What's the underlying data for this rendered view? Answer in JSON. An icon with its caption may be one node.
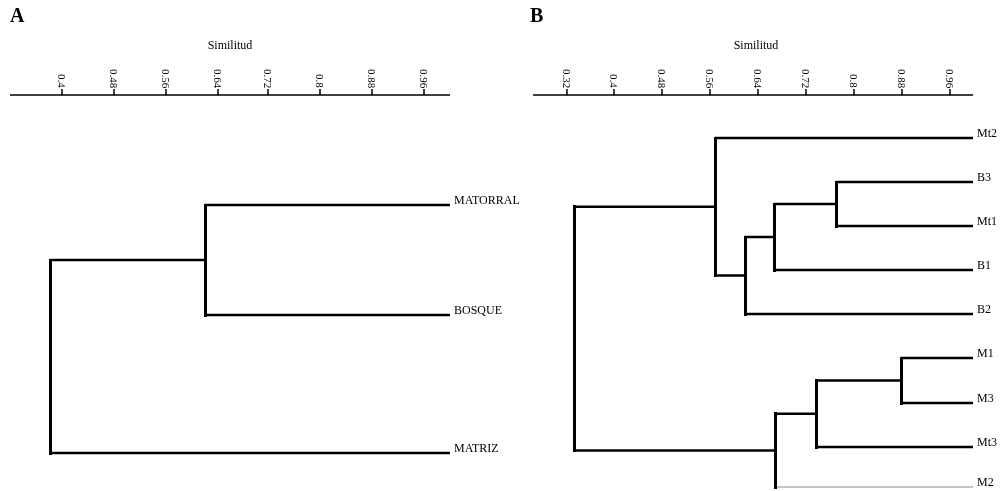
{
  "diagram": {
    "nodes": [
      {
        "text": [
          "MATORRAL"
        ]
      },
      {
        "text": [
          "BOSQUE"
        ]
      },
      {
        "text": [
          "MATRIZ"
        ]
      },
      {
        "text": [],
        "shape": "bar"
      },
      {
        "text": [],
        "shape": "bar"
      },
      {
        "text": [
          "Mt2"
        ]
      },
      {
        "text": [
          "B3"
        ]
      },
      {
        "text": [
          "Mt1"
        ]
      },
      {
        "text": [
          "B1"
        ]
      },
      {
        "text": [
          "B2"
        ]
      },
      {
        "text": [
          "M1"
        ]
      },
      {
        "text": [
          "M3"
        ]
      },
      {
        "text": [
          "Mt3"
        ]
      },
      {
        "text": [
          "M2"
        ]
      },
      {
        "text": [],
        "shape": "bar"
      },
      {
        "text": [],
        "shape": "bar"
      },
      {
        "text": [],
        "shape": "bar"
      },
      {
        "text": [],
        "shape": "bar"
      },
      {
        "text": [],
        "shape": "bar"
      },
      {
        "text": [],
        "shape": "bar"
      },
      {
        "text": [],
        "shape": "bar"
      },
      {
        "text": [],
        "shape": "bar"
      }
    ],
    "edges": [
      {
        "from": 4,
        "to": 3,
        "arrow": "none"
      },
      {
        "from": 4,
        "to": 2,
        "arrow": "none"
      },
      {
        "from": 3,
        "to": 0,
        "arrow": "none"
      },
      {
        "from": 3,
        "to": 1,
        "arrow": "none"
      },
      {
        "from": 14,
        "to": 15,
        "arrow": "none"
      },
      {
        "from": 14,
        "to": 19,
        "arrow": "none"
      },
      {
        "from": 15,
        "to": 5,
        "arrow": "none"
      },
      {
        "from": 15,
        "to": 16,
        "arrow": "none"
      },
      {
        "from": 16,
        "to": 17,
        "arrow": "none"
      },
      {
        "from": 16,
        "to": 9,
        "arrow": "none"
      },
      {
        "from": 17,
        "to": 18,
        "arrow": "none"
      },
      {
        "from": 17,
        "to": 8,
        "arrow": "none"
      },
      {
        "from": 18,
        "to": 6,
        "arrow": "none"
      },
      {
        "from": 18,
        "to": 7,
        "arrow": "none"
      },
      {
        "from": 19,
        "to": 20,
        "arrow": "none"
      },
      {
        "from": 19,
        "to": 13,
        "arrow": "none",
        "color": "#888888"
      },
      {
        "from": 20,
        "to": 21,
        "arrow": "none"
      },
      {
        "from": 20,
        "to": 12,
        "arrow": "none"
      },
      {
        "from": 21,
        "to": 10,
        "arrow": "none"
      },
      {
        "from": 21,
        "to": 11,
        "arrow": "none"
      }
    ],
    "labels": [
      "A",
      "Similitud",
      "0.4",
      "0.48",
      "0.56",
      "0.64",
      "0.72",
      "0.8",
      "0.88",
      "0.96",
      "B",
      "Similitud",
      "0.32",
      "0.4",
      "0.48",
      "0.56",
      "0.64",
      "0.72",
      "0.8",
      "0.88",
      "0.96"
    ]
  }
}
